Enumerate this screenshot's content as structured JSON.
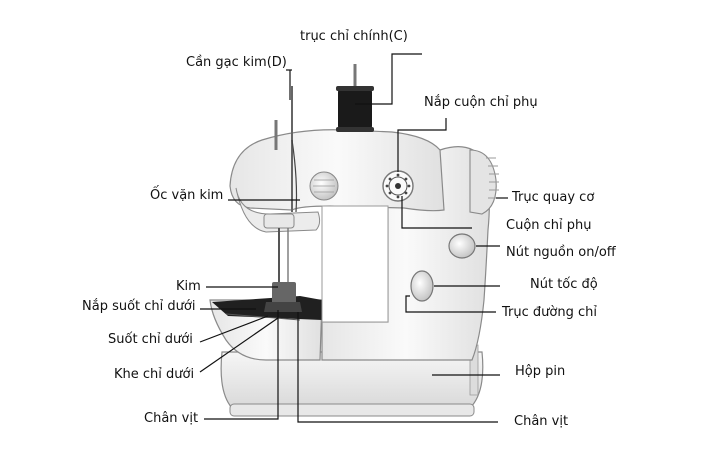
{
  "labels": {
    "truc_chi_chinh": "trục chỉ chính(C)",
    "can_gac_kim": "Cần gạc kim(D)",
    "nap_cuon_chi_phu": "Nắp cuộn chỉ phụ",
    "oc_van_kim": "Ốc vặn kim",
    "truc_quay_co": "Trục quay cơ",
    "cuon_chi_phu": "Cuộn chỉ phụ",
    "nut_nguon": "Nút nguồn on/off",
    "kim": "Kim",
    "nut_toc_do": "Nút tốc độ",
    "nap_suot_chi_duoi": "Nắp suốt chỉ dưới",
    "truc_duong_chi": "Trục đường chỉ",
    "suot_chi_duoi": "Suốt chỉ dưới",
    "hop_pin": "Hộp pin",
    "khe_chi_duoi": "Khe chỉ dưới",
    "chan_vit_left": "Chân vịt",
    "chan_vit_right": "Chân vịt"
  },
  "colors": {
    "body": "#f4f4f4",
    "outline": "#8a8a8a",
    "line": "#111111",
    "spool": "#1a1a1a",
    "plate": "#202020"
  },
  "icons": {
    "machine": "sewing-machine-illustration"
  }
}
